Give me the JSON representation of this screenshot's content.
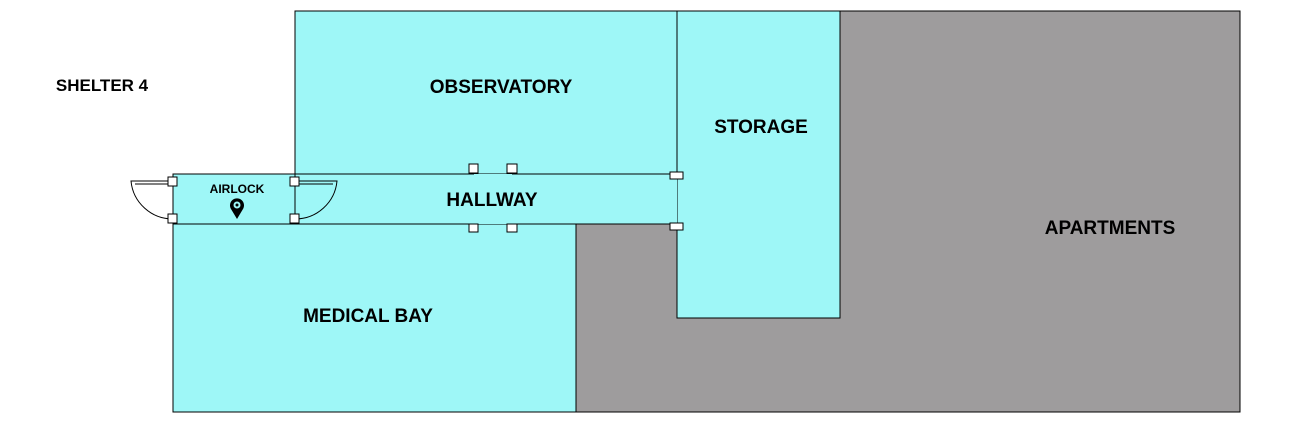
{
  "title": "SHELTER 4",
  "rooms": {
    "observatory": "OBSERVATORY",
    "storage": "STORAGE",
    "hallway": "HALLWAY",
    "airlock": "AIRLOCK",
    "medical_bay": "MEDICAL BAY",
    "apartments": "APARTMENTS"
  },
  "colors": {
    "accessible_room": "#9ef7f7",
    "restricted_room": "#9e9c9d",
    "wall": "#000000"
  },
  "icons": {
    "current_location": "location-pin-icon"
  }
}
